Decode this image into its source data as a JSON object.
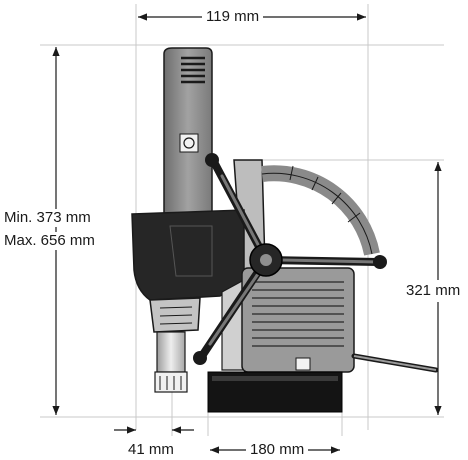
{
  "dimensions": {
    "overall_width": "119 mm",
    "height_min": "Min. 373 mm",
    "height_max": "Max. 656 mm",
    "column_height": "321 mm",
    "spindle_offset": "41 mm",
    "base_length": "180 mm"
  },
  "colors": {
    "line": "#1a1a1a",
    "guide": "#c8c8c8",
    "housing": "#8f8f8f",
    "housing_dark": "#262626",
    "metal": "#d5d5d5",
    "base": "#141414",
    "background": "#ffffff"
  },
  "icons": [
    "arrow-head-icon",
    "brand-logo-icon",
    "vent-grille-icon"
  ]
}
